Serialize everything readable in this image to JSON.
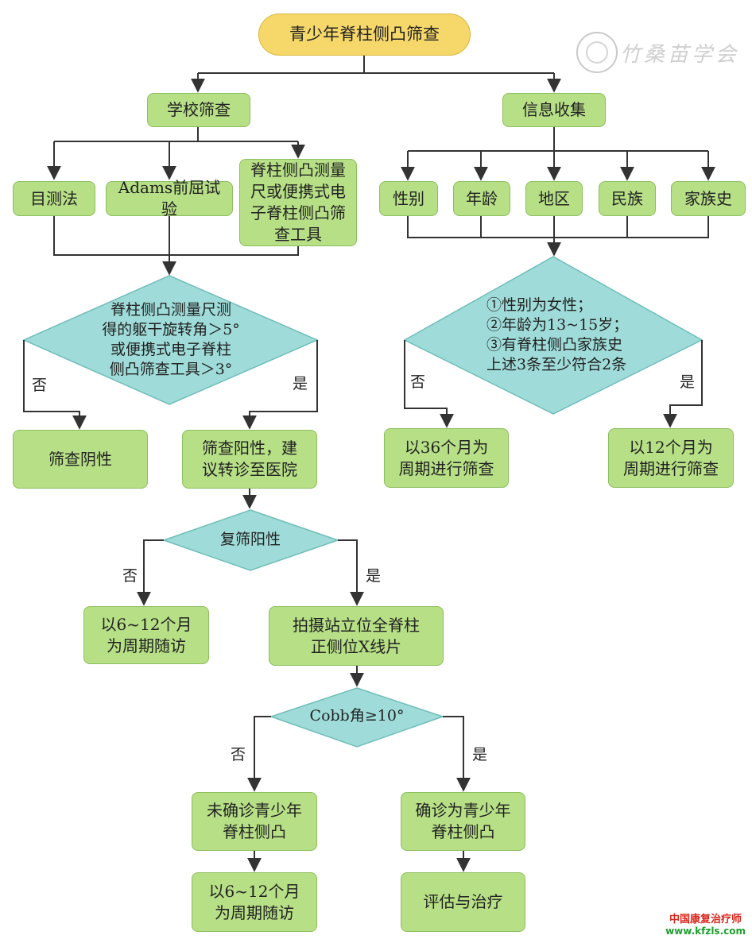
{
  "title": "青少年脊柱侧凸筛查",
  "school": {
    "label": "学校筛查",
    "methods": [
      "目测法",
      "Adams前屈试验",
      "脊柱侧凸测量\n尺或便携式电\n子脊柱侧凸筛\n查工具"
    ],
    "decision": "脊柱侧凸测量尺测\n得的躯干旋转角＞5°\n或便携式电子脊柱\n侧凸筛查工具＞3°",
    "no_label": "否",
    "yes_label": "是",
    "negative": "筛查阴性",
    "positive": "筛查阳性，建\n议转诊至医院",
    "recheck": "复筛阳性",
    "recheck_no": "否",
    "recheck_yes": "是",
    "followup1": "以6~12个月\n为周期随访",
    "xray": "拍摄站立位全脊柱\n正侧位X线片",
    "cobb": "Cobb角≥10°",
    "cobb_no": "否",
    "cobb_yes": "是",
    "undiagnosed": "未确诊青少年\n脊柱侧凸",
    "diagnosed": "确诊为青少年\n脊柱侧凸",
    "followup2": "以6~12个月\n为周期随访",
    "treatment": "评估与治疗"
  },
  "info": {
    "label": "信息收集",
    "factors": [
      "性别",
      "年龄",
      "地区",
      "民族",
      "家族史"
    ],
    "decision": "①性别为女性；\n②年龄为13~15岁；\n③有脊柱侧凸家族史\n上述3条至少符合2条",
    "no_label": "否",
    "yes_label": "是",
    "result_no": "以36个月为\n周期进行筛查",
    "result_yes": "以12个月为\n周期进行筛查"
  },
  "watermark": {
    "seal_text": "竹桑苗学会",
    "site_name": "中国康复治疗师",
    "site_url": "www.kfzls.com"
  },
  "colors": {
    "box_fill": "#b6df86",
    "title_fill": "#f6d86a",
    "diamond_fill": "#9fdcd9",
    "line": "#333333"
  }
}
